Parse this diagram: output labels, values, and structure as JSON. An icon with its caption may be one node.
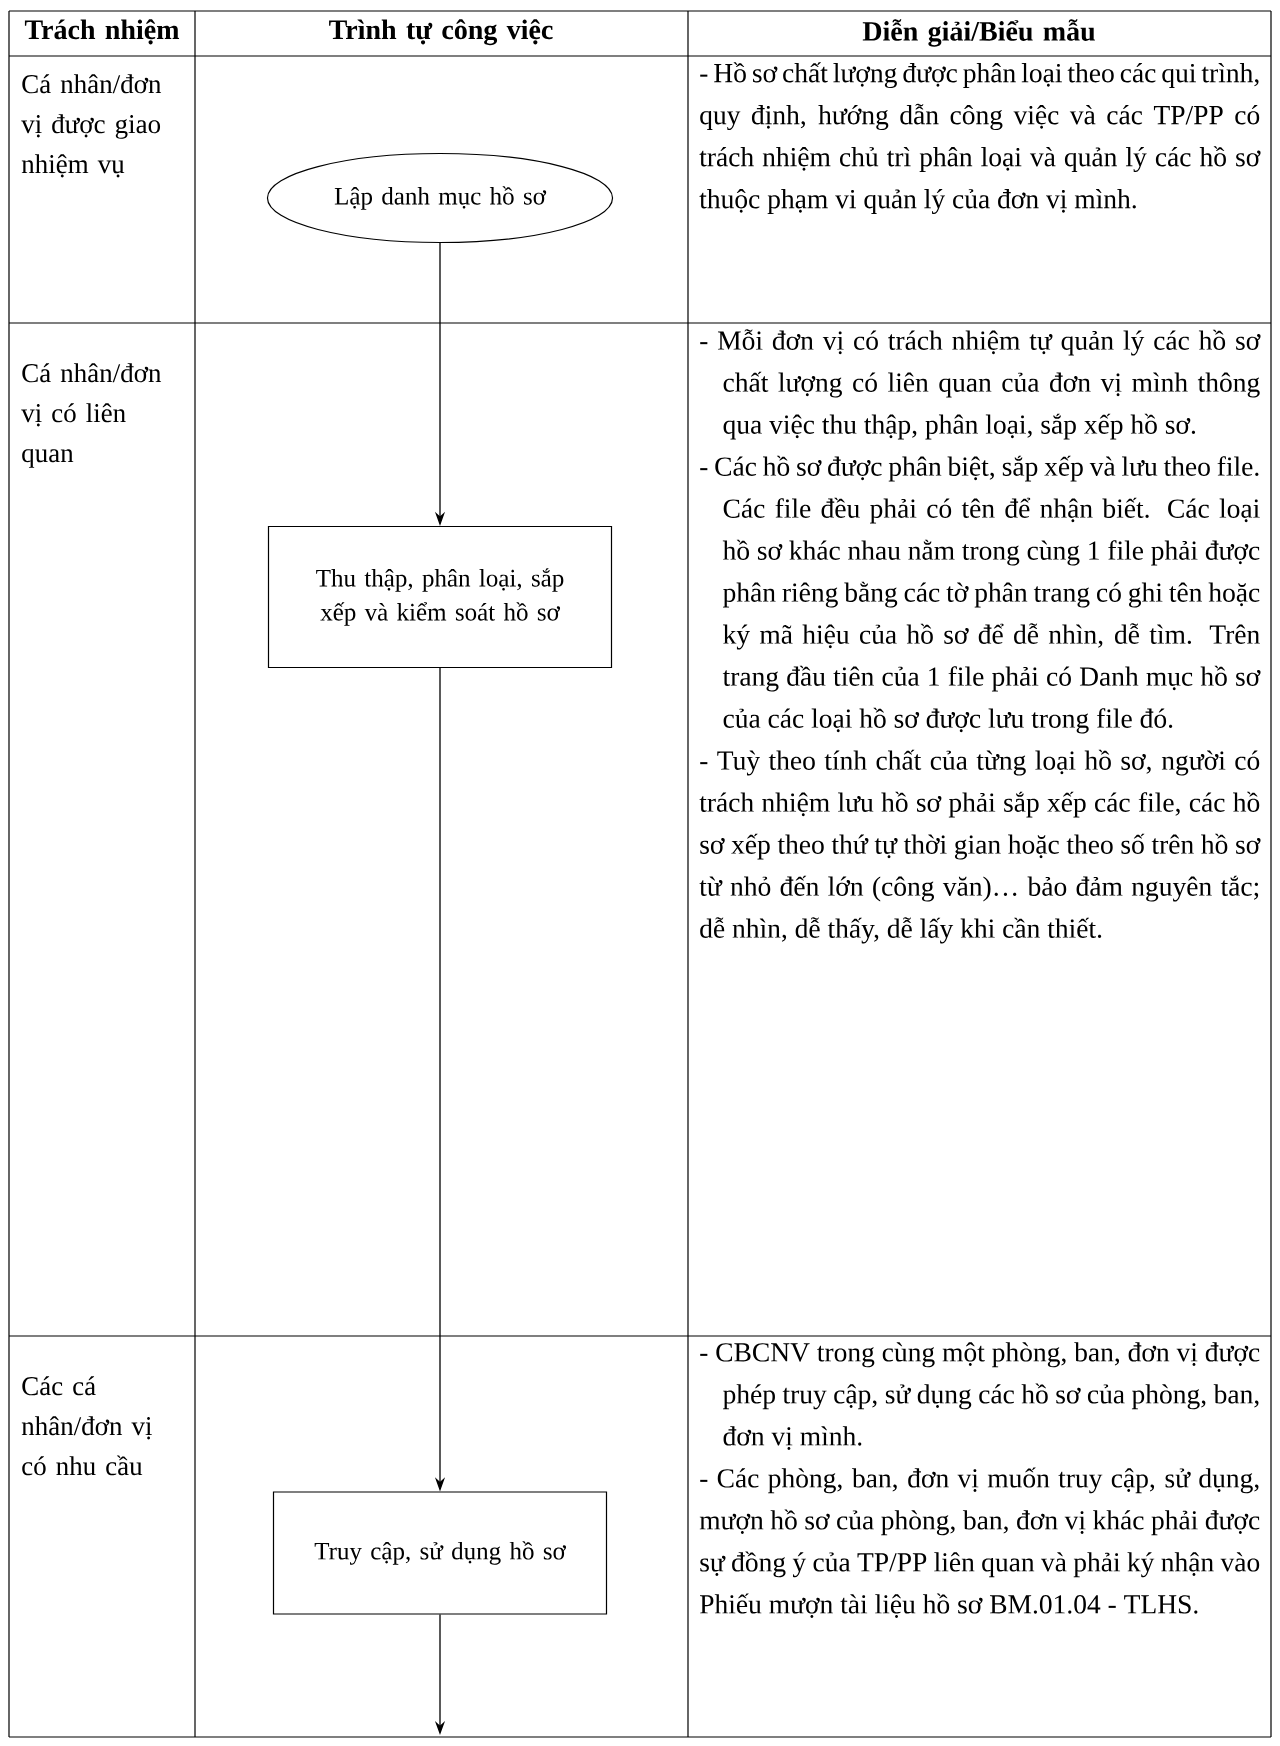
{
  "diagram": {
    "nodes": [
      {
        "text": [
          "Lập danh mục hồ sơ"
        ]
      },
      {
        "text": [
          "Thu thập, phân loại, sắp xếp và kiểm soát hồ sơ"
        ]
      },
      {
        "text": [
          "Truy cập, sử dụng hồ sơ"
        ]
      }
    ],
    "edges": [
      {
        "from": 0,
        "to": 1,
        "arrow": "to"
      },
      {
        "from": 1,
        "to": 2,
        "arrow": "to"
      },
      {
        "from": 2,
        "to": null,
        "arrow": "to"
      }
    ],
    "labels": [
      "Trách nhiệm",
      "Trình tự công việc",
      "Diễn giải/Biểu mẫu",
      "Cá nhân/đơn vị được giao nhiệm vụ",
      "- Hồ sơ chất lượng được phân loại theo các qui trình, quy định, hướng dẫn công việc và các TP/PP có trách nhiệm chủ trì phân loại và quản lý các hồ sơ thuộc phạm vi quản lý của đơn vị mình.",
      "Cá nhân/đơn vị có liên quan",
      "- Mỗi đơn vị có trách nhiệm tự quản lý các hồ sơ chất lượng có liên quan của đơn vị mình thông qua việc thu thập, phân loại, sắp xếp hồ sơ.",
      "- Các hồ sơ được phân biệt, sắp xếp và lưu theo file. Các file đều phải có tên để nhận biết. Các loại hồ sơ khác nhau nằm trong cùng 1 file phải được phân riêng bằng các tờ phân trang có ghi tên hoặc ký mã hiệu của hồ sơ để dễ nhìn, dễ tìm. Trên trang đầu tiên của 1 file phải có Danh mục hồ sơ của các loại hồ sơ được lưu trong file đó.",
      "- Tuỳ theo tính chất của từng loại hồ sơ, người có trách nhiệm lưu hồ sơ phải sắp xếp các file, các hồ sơ xếp theo thứ tự thời gian hoặc theo số trên hồ sơ từ nhỏ đến lớn (công văn)… bảo đảm nguyên tắc; dễ nhìn, dễ thấy, dễ lấy khi cần thiết.",
      "Các cá nhân/đơn vị có nhu cầu",
      "- CBCNV trong cùng một phòng, ban, đơn vị được phép truy cập, sử dụng các hồ sơ của phòng, ban, đơn vị mình.",
      "- Các phòng, ban, đơn vị muốn truy cập, sử dụng, mượn hồ sơ của phòng, ban, đơn vị khác phải được sự đồng ý của TP/PP liên quan và phải ký nhận vào Phiếu mượn tài liệu hồ sơ BM.01.04 - TLHS."
    ]
  }
}
